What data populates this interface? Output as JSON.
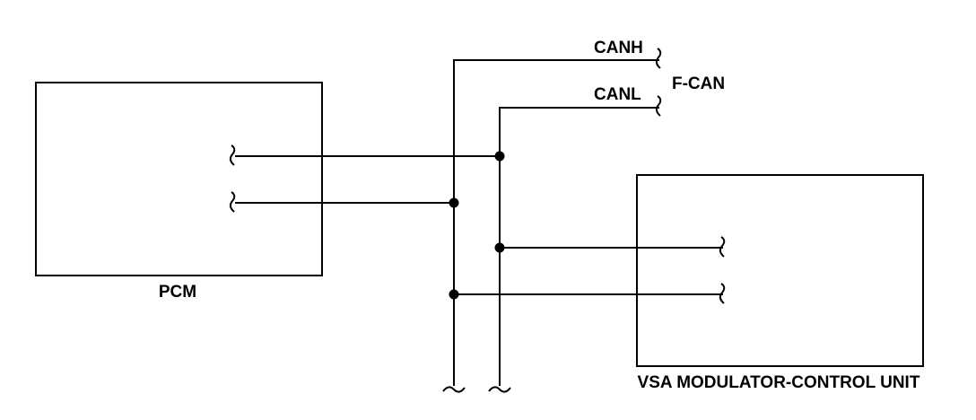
{
  "components": {
    "pcm": {
      "label": "PCM"
    },
    "vsa": {
      "label": "VSA MODULATOR-CONTROL UNIT"
    }
  },
  "bus": {
    "name": "F-CAN",
    "canh_label": "CANH",
    "canl_label": "CANL"
  },
  "colors": {
    "line": "#000000",
    "background": "#ffffff"
  }
}
